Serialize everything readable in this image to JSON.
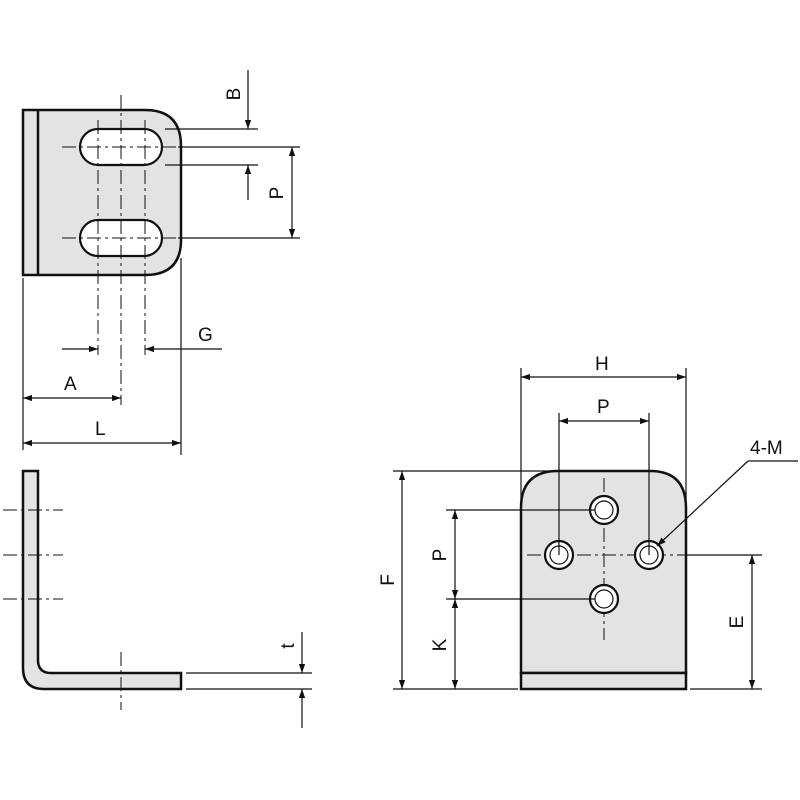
{
  "labels": {
    "B": "B",
    "P_side": "P",
    "G": "G",
    "A": "A",
    "L": "L",
    "t": "t",
    "H": "H",
    "P_top": "P",
    "hole_callout": "4-M",
    "F": "F",
    "P_front": "P",
    "K": "K",
    "E": "E"
  },
  "colors": {
    "part_fill": "#e2e3e5",
    "line": "#111111"
  }
}
